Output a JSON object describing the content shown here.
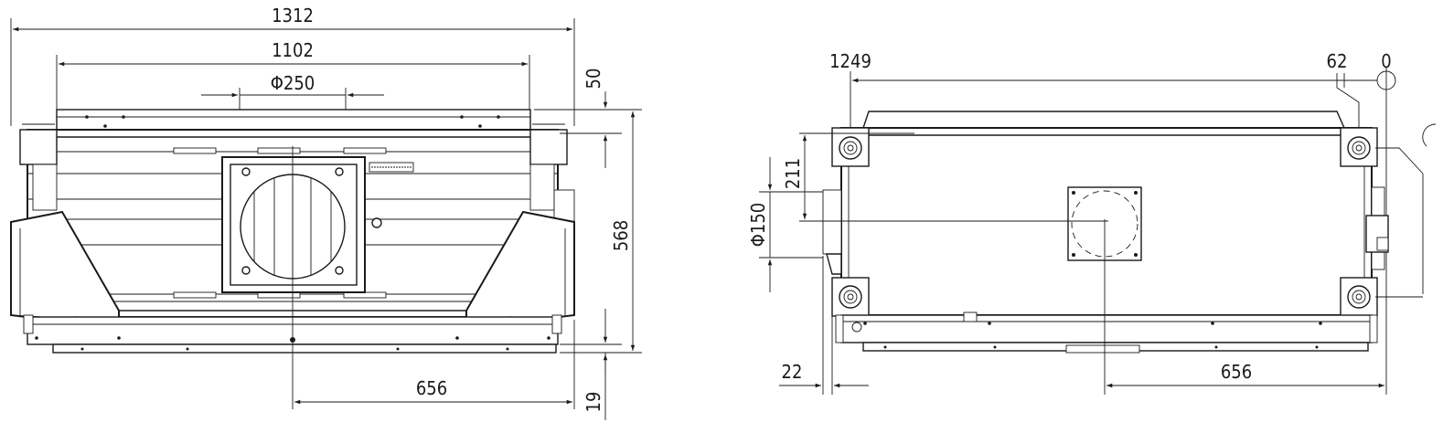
{
  "front_view": {
    "dimensions": {
      "overall_width": "1312",
      "inner_width": "1102",
      "duct_diameter": "Φ250",
      "top_offset": "50",
      "height": "568",
      "center_offset": "656",
      "bottom_offset": "19"
    }
  },
  "side_view": {
    "dimensions": {
      "left_port": "1249",
      "right_port": "62",
      "origin": "0",
      "vertical_offset": "211",
      "port_diameter": "Φ150",
      "left_offset": "22",
      "center_offset": "656"
    }
  }
}
